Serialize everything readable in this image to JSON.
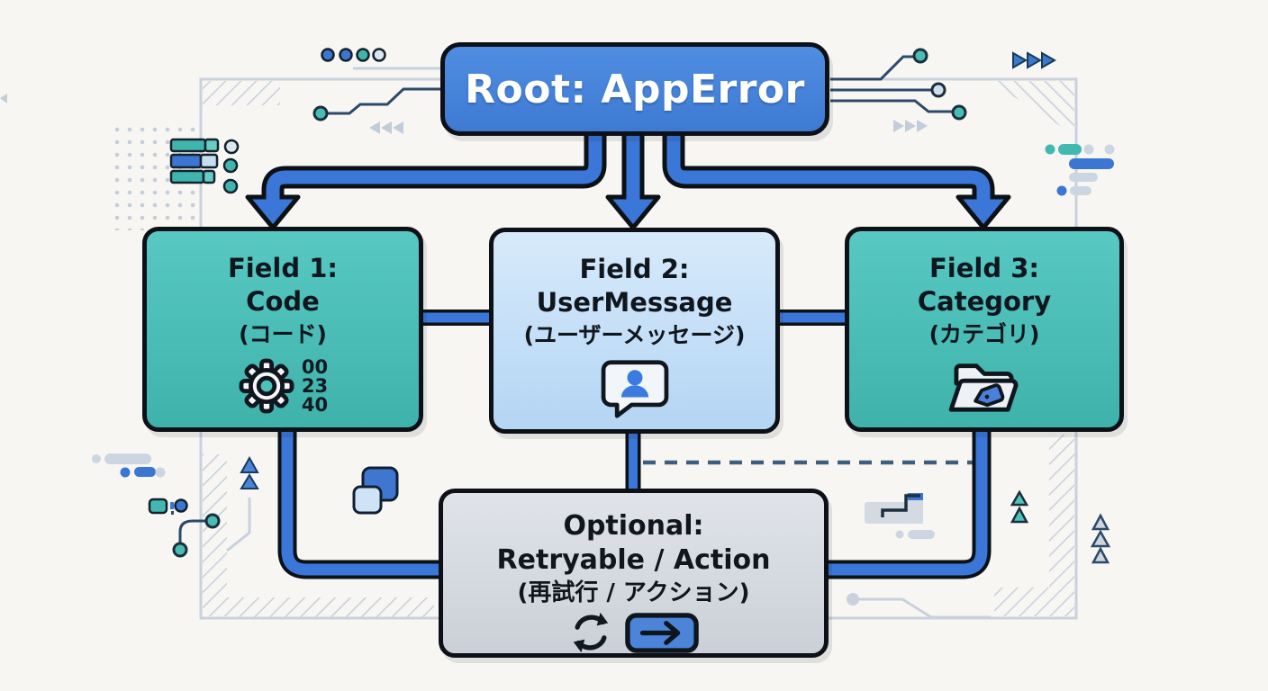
{
  "root": {
    "label": "Root: AppError"
  },
  "fields": [
    {
      "line1": "Field 1:",
      "line2": "Code",
      "line3": "(コード)",
      "icon": "gear-icon",
      "gear_numbers": [
        "00",
        "23",
        "40"
      ]
    },
    {
      "line1": "Field 2:",
      "line2": "UserMessage",
      "line3": "(ユーザーメッセージ)",
      "icon": "user-chat-icon"
    },
    {
      "line1": "Field 3:",
      "line2": "Category",
      "line3": "(カテゴリ)",
      "icon": "folder-tag-icon"
    }
  ],
  "optional": {
    "line1": "Optional:",
    "line2": "Retryable / Action",
    "line3": "(再試行 / アクション)",
    "icons": [
      "refresh-icon",
      "arrow-right-button-icon"
    ]
  },
  "colors": {
    "background": "#f7f6f3",
    "root_fill": "#4585da",
    "field_teal": "#4cc0b9",
    "field_light_blue": "#c5def7",
    "optional_gray": "#d8dce2",
    "connector_blue": "#3a77d8",
    "outline_black": "#0d1117",
    "accent_teal": "#41b9b1",
    "accent_blue": "#3b76d3",
    "deco_gray": "#c9d1dc",
    "dashed_line": "#3f5e7e"
  }
}
